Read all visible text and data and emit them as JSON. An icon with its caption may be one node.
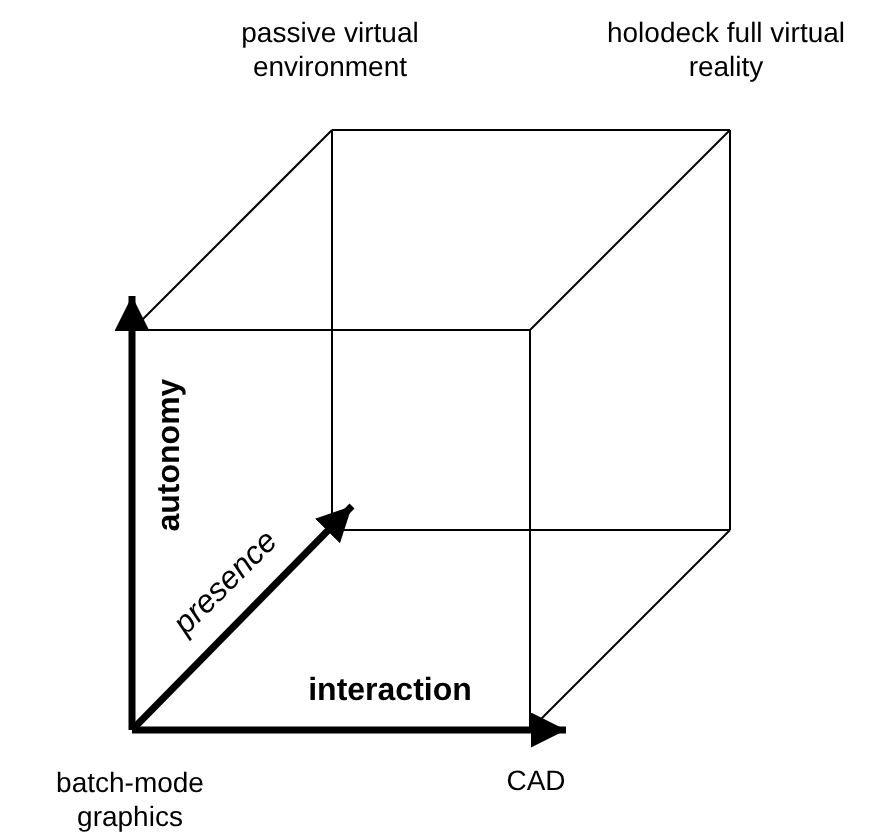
{
  "diagram": {
    "labels": [
      "passive virtual environment",
      "holodeck full virtual reality",
      "autonomy",
      "presence",
      "interaction",
      "batch-mode graphics",
      "CAD"
    ]
  }
}
